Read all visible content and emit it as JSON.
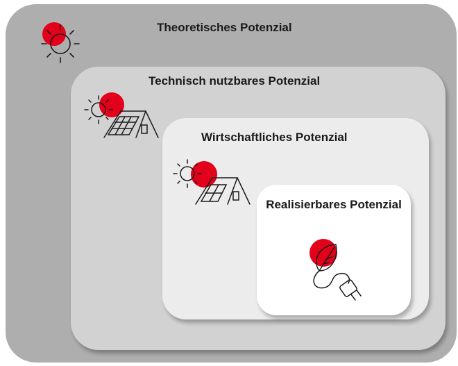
{
  "levels": [
    {
      "title": "Theoretisches Potenzial"
    },
    {
      "title": "Technisch nutzbares Potenzial"
    },
    {
      "title": "Wirtschaftliches Potenzial"
    },
    {
      "title": "Realisierbares Potenzial"
    }
  ],
  "colors": {
    "accent": "#e3001b",
    "level1": "#aeaeae",
    "level2": "#d2d2d2",
    "level3": "#ececec",
    "level4": "#ffffff",
    "text": "#1a1a1a"
  },
  "icons": [
    "sun-icon",
    "sun-solar-house-icon",
    "sun-solar-house-icon",
    "leaf-plug-icon"
  ]
}
